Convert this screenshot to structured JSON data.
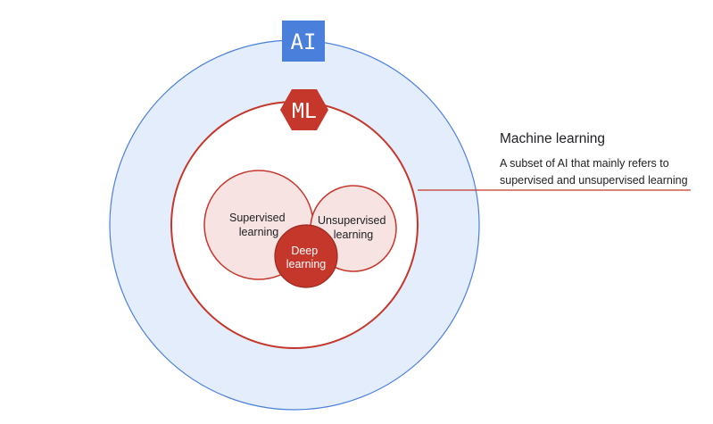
{
  "labels": {
    "ai": "AI",
    "ml": "ML",
    "supervised": [
      "Supervised",
      "learning"
    ],
    "unsupervised": [
      "Unsupervised",
      "learning"
    ],
    "deep": [
      "Deep",
      "learning"
    ]
  },
  "callout": {
    "title": "Machine learning",
    "description": "A subset of AI that mainly refers to supervised and unsupervised learning"
  },
  "colors": {
    "ai_fill": "#e3edfb",
    "ai_stroke": "#4a7fdc",
    "ai_badge": "#4a7fdc",
    "ml_stroke": "#c5372b",
    "ml_badge": "#c5372b",
    "bubble_fill": "#f8e3e3",
    "deep_fill": "#c5372b",
    "text": "#202124"
  }
}
